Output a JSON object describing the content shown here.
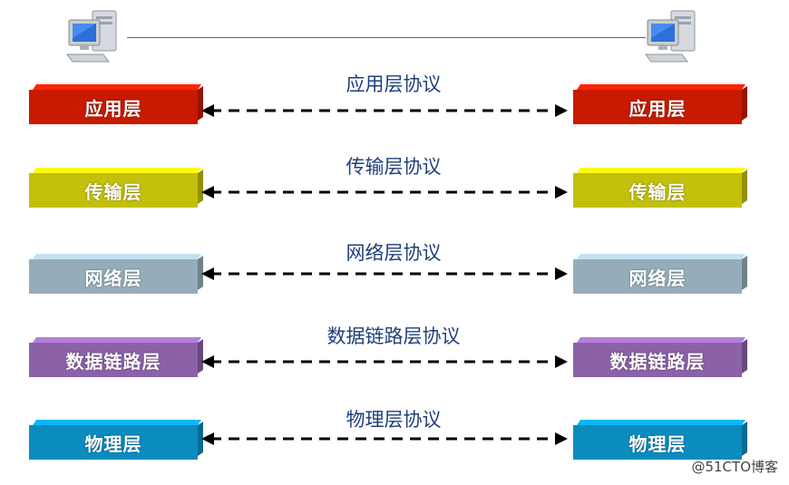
{
  "layers": [
    {
      "key": "application",
      "left_label": "应用层",
      "right_label": "应用层",
      "protocol": "应用层协议",
      "color": "#c71a00"
    },
    {
      "key": "transport",
      "left_label": "传输层",
      "right_label": "传输层",
      "protocol": "传输层协议",
      "color": "#c3c00a"
    },
    {
      "key": "network",
      "left_label": "网络层",
      "right_label": "网络层",
      "protocol": "网络层协议",
      "color": "#95adba"
    },
    {
      "key": "datalink",
      "left_label": "数据链路层",
      "right_label": "数据链路层",
      "protocol": "数据链路层协议",
      "color": "#8b62a8"
    },
    {
      "key": "physical",
      "left_label": "物理层",
      "right_label": "物理层",
      "protocol": "物理层协议",
      "color": "#0a8cbf"
    }
  ],
  "icons": {
    "left_host": "computer-icon",
    "right_host": "computer-icon"
  },
  "watermark": "@51CTO博客"
}
